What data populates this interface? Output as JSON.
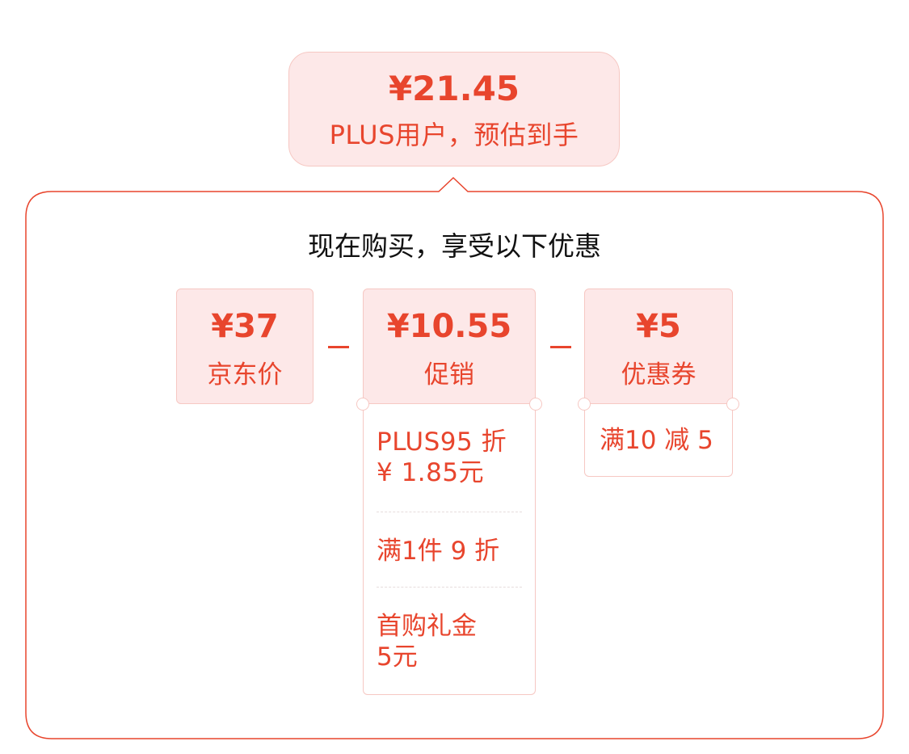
{
  "bubble": {
    "price": "¥21.45",
    "label": "PLUS用户，预估到手"
  },
  "headline": "现在购买，享受以下优惠",
  "cards": {
    "jd": {
      "price": "¥37",
      "name": "京东价"
    },
    "promo": {
      "price": "¥10.55",
      "name": "促销",
      "items": [
        "PLUS95 折\n¥ 1.85元",
        "满1件 9 折",
        "首购礼金\n5元"
      ]
    },
    "coupon": {
      "price": "¥5",
      "name": "优惠券",
      "items": [
        "满10 减 5"
      ]
    }
  },
  "colors": {
    "accent": "#e8452d",
    "tint": "#fde8e8",
    "border": "#f6c8c3"
  }
}
